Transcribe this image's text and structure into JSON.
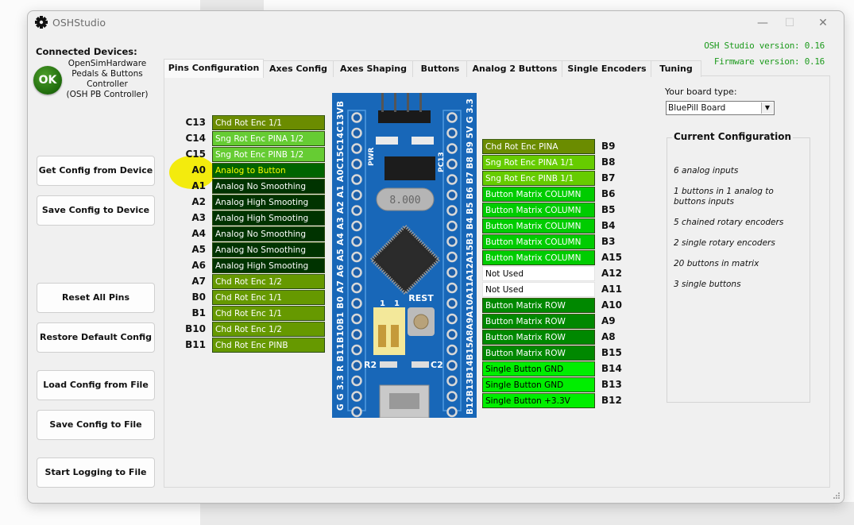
{
  "window": {
    "title": "OSHStudio",
    "controls": {
      "minimize": "—",
      "maximize": "☐",
      "close": "✕"
    },
    "versions": {
      "studio": "OSH Studio version: 0.16",
      "firmware": "Firmware version: 0.16"
    }
  },
  "connection": {
    "label": "Connected Devices:",
    "status": "OK",
    "status_color": "#1f6b0c",
    "device_lines": [
      "OpenSimHardware",
      "Pedals & Buttons",
      "Controller",
      "(OSH PB Controller)"
    ]
  },
  "sidebar": {
    "buttons": [
      {
        "label": "Get Config from Device"
      },
      {
        "label": "Save Config to Device"
      },
      {
        "label": "Reset All Pins"
      },
      {
        "label": "Restore Default Config"
      },
      {
        "label": "Load Config from File"
      },
      {
        "label": "Save Config to File"
      },
      {
        "label": "Start Logging to File"
      }
    ]
  },
  "tabs": [
    {
      "label": "Pins Configuration",
      "active": true
    },
    {
      "label": "Axes Config"
    },
    {
      "label": "Axes Shaping"
    },
    {
      "label": "Buttons"
    },
    {
      "label": "Analog 2 Buttons"
    },
    {
      "label": "Single Encoders"
    },
    {
      "label": "Tuning"
    }
  ],
  "pins_left": [
    {
      "pin": "C13",
      "function": "Chd Rot Enc 1/1",
      "bg": "#6b8c00",
      "fg": "#ffffff"
    },
    {
      "pin": "C14",
      "function": "Sng Rot Enc PINA 1/2",
      "bg": "#66cc33",
      "fg": "#ffffff"
    },
    {
      "pin": "C15",
      "function": "Sng Rot Enc PINB 1/2",
      "bg": "#66cc33",
      "fg": "#ffffff"
    },
    {
      "pin": "A0",
      "function": "Analog to Button",
      "bg": "#006400",
      "fg": "#ffff00",
      "highlighted": true
    },
    {
      "pin": "A1",
      "function": "Analog No Smoothing",
      "bg": "#003300",
      "fg": "#ffffff"
    },
    {
      "pin": "A2",
      "function": "Analog High Smooting",
      "bg": "#003300",
      "fg": "#ffffff"
    },
    {
      "pin": "A3",
      "function": "Analog High Smooting",
      "bg": "#003300",
      "fg": "#ffffff"
    },
    {
      "pin": "A4",
      "function": "Analog No Smoothing",
      "bg": "#003300",
      "fg": "#ffffff"
    },
    {
      "pin": "A5",
      "function": "Analog No Smoothing",
      "bg": "#003300",
      "fg": "#ffffff"
    },
    {
      "pin": "A6",
      "function": "Analog High Smooting",
      "bg": "#003300",
      "fg": "#ffffff"
    },
    {
      "pin": "A7",
      "function": "Chd Rot Enc 1/2",
      "bg": "#669900",
      "fg": "#ffffff"
    },
    {
      "pin": "B0",
      "function": "Chd Rot Enc 1/1",
      "bg": "#669900",
      "fg": "#ffffff"
    },
    {
      "pin": "B1",
      "function": "Chd Rot Enc 1/1",
      "bg": "#669900",
      "fg": "#ffffff"
    },
    {
      "pin": "B10",
      "function": "Chd Rot Enc 1/2",
      "bg": "#669900",
      "fg": "#ffffff"
    },
    {
      "pin": "B11",
      "function": "Chd Rot Enc PINB",
      "bg": "#669900",
      "fg": "#ffffff"
    }
  ],
  "pins_right": [
    {
      "pin": "B9",
      "function": "Chd Rot Enc PINA",
      "bg": "#6b8c00",
      "fg": "#ffffff"
    },
    {
      "pin": "B8",
      "function": "Sng Rot Enc PINA 1/1",
      "bg": "#66cc00",
      "fg": "#ffffff"
    },
    {
      "pin": "B7",
      "function": "Sng Rot Enc PINB 1/1",
      "bg": "#66cc00",
      "fg": "#ffffff"
    },
    {
      "pin": "B6",
      "function": "Button Matrix COLUMN",
      "bg": "#00cc00",
      "fg": "#ffffff"
    },
    {
      "pin": "B5",
      "function": "Button Matrix COLUMN",
      "bg": "#00cc00",
      "fg": "#ffffff"
    },
    {
      "pin": "B4",
      "function": "Button Matrix COLUMN",
      "bg": "#00cc00",
      "fg": "#ffffff"
    },
    {
      "pin": "B3",
      "function": "Button Matrix COLUMN",
      "bg": "#00cc00",
      "fg": "#ffffff"
    },
    {
      "pin": "A15",
      "function": "Button Matrix COLUMN",
      "bg": "#00cc00",
      "fg": "#ffffff"
    },
    {
      "pin": "A12",
      "function": "Not Used",
      "bg": "#ffffff",
      "fg": "#000000"
    },
    {
      "pin": "A11",
      "function": "Not Used",
      "bg": "#ffffff",
      "fg": "#000000"
    },
    {
      "pin": "A10",
      "function": "Button Matrix ROW",
      "bg": "#008800",
      "fg": "#ffffff"
    },
    {
      "pin": "A9",
      "function": "Button Matrix ROW",
      "bg": "#008800",
      "fg": "#ffffff"
    },
    {
      "pin": "A8",
      "function": "Button Matrix ROW",
      "bg": "#008800",
      "fg": "#ffffff"
    },
    {
      "pin": "B15",
      "function": "Button Matrix ROW",
      "bg": "#008800",
      "fg": "#ffffff"
    },
    {
      "pin": "B14",
      "function": "Single Button GND",
      "bg": "#00ee00",
      "fg": "#000000"
    },
    {
      "pin": "B13",
      "function": "Single Button GND",
      "bg": "#00ee00",
      "fg": "#000000"
    },
    {
      "pin": "B12",
      "function": "Single Button +3.3V",
      "bg": "#00ee00",
      "fg": "#000000"
    }
  ],
  "board_image": {
    "left_labels": "G G 3.3 R B11B10B1 B0 A7 A6 A5 A4 A3 A2 A1 A0C15C14C13VB",
    "right_labels": "B12B13B14B15A8A9A10A11A12A15B3 B4 B5 B6 B7 B8 B9 5V G 3.3",
    "crystal": "8.000",
    "reset_label": "REST",
    "pwr_label": "PWR",
    "pc13_label": "PC13",
    "r2_label": "R2",
    "c2_label": "C2"
  },
  "board_type": {
    "label": "Your board type:",
    "selected": "BluePill Board"
  },
  "current_config": {
    "title": "Current Configuration",
    "items": [
      "6 analog inputs",
      "1 buttons in 1 analog to buttons inputs",
      "5 chained rotary encoders",
      "2 single rotary encoders",
      "20 buttons in matrix",
      "3 single buttons"
    ]
  }
}
